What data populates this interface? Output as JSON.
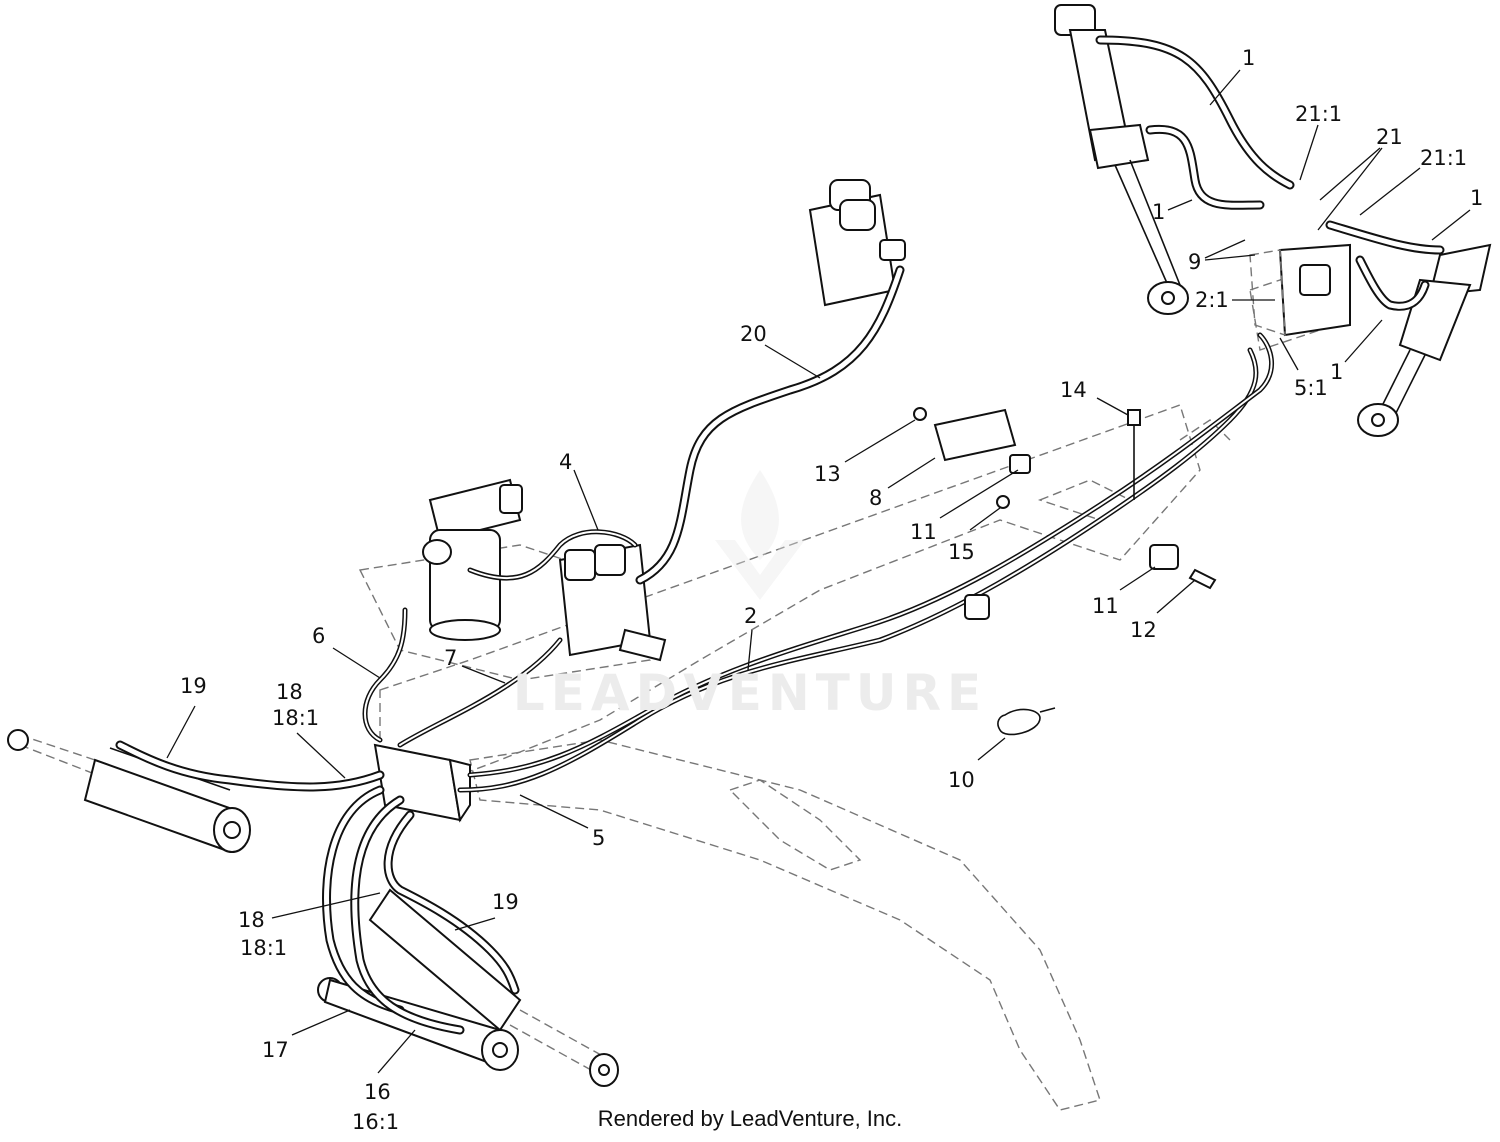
{
  "diagram": {
    "watermark": "LEADVENTURE",
    "footer": "Rendered by LeadVenture, Inc.",
    "callouts": [
      {
        "id": "c1a",
        "text": "1"
      },
      {
        "id": "c21a",
        "text": "21:1"
      },
      {
        "id": "c21",
        "text": "21"
      },
      {
        "id": "c21b",
        "text": "21:1"
      },
      {
        "id": "c1b",
        "text": "1"
      },
      {
        "id": "c1c",
        "text": "1"
      },
      {
        "id": "c9",
        "text": "9"
      },
      {
        "id": "c2a",
        "text": "2:1"
      },
      {
        "id": "c5a",
        "text": "5:1"
      },
      {
        "id": "c1d",
        "text": "1"
      },
      {
        "id": "c20",
        "text": "20"
      },
      {
        "id": "c14",
        "text": "14"
      },
      {
        "id": "c13",
        "text": "13"
      },
      {
        "id": "c8",
        "text": "8"
      },
      {
        "id": "c4",
        "text": "4"
      },
      {
        "id": "c11a",
        "text": "11"
      },
      {
        "id": "c15",
        "text": "15"
      },
      {
        "id": "c11b",
        "text": "11"
      },
      {
        "id": "c12",
        "text": "12"
      },
      {
        "id": "c2",
        "text": "2"
      },
      {
        "id": "c6",
        "text": "6"
      },
      {
        "id": "c7",
        "text": "7"
      },
      {
        "id": "c19a",
        "text": "19"
      },
      {
        "id": "c18a",
        "text": "18"
      },
      {
        "id": "c18a1",
        "text": "18:1"
      },
      {
        "id": "c10",
        "text": "10"
      },
      {
        "id": "c5",
        "text": "5"
      },
      {
        "id": "c18b",
        "text": "18"
      },
      {
        "id": "c18b1",
        "text": "18:1"
      },
      {
        "id": "c19b",
        "text": "19"
      },
      {
        "id": "c17",
        "text": "17"
      },
      {
        "id": "c16",
        "text": "16"
      },
      {
        "id": "c16a",
        "text": "16:1"
      }
    ]
  }
}
